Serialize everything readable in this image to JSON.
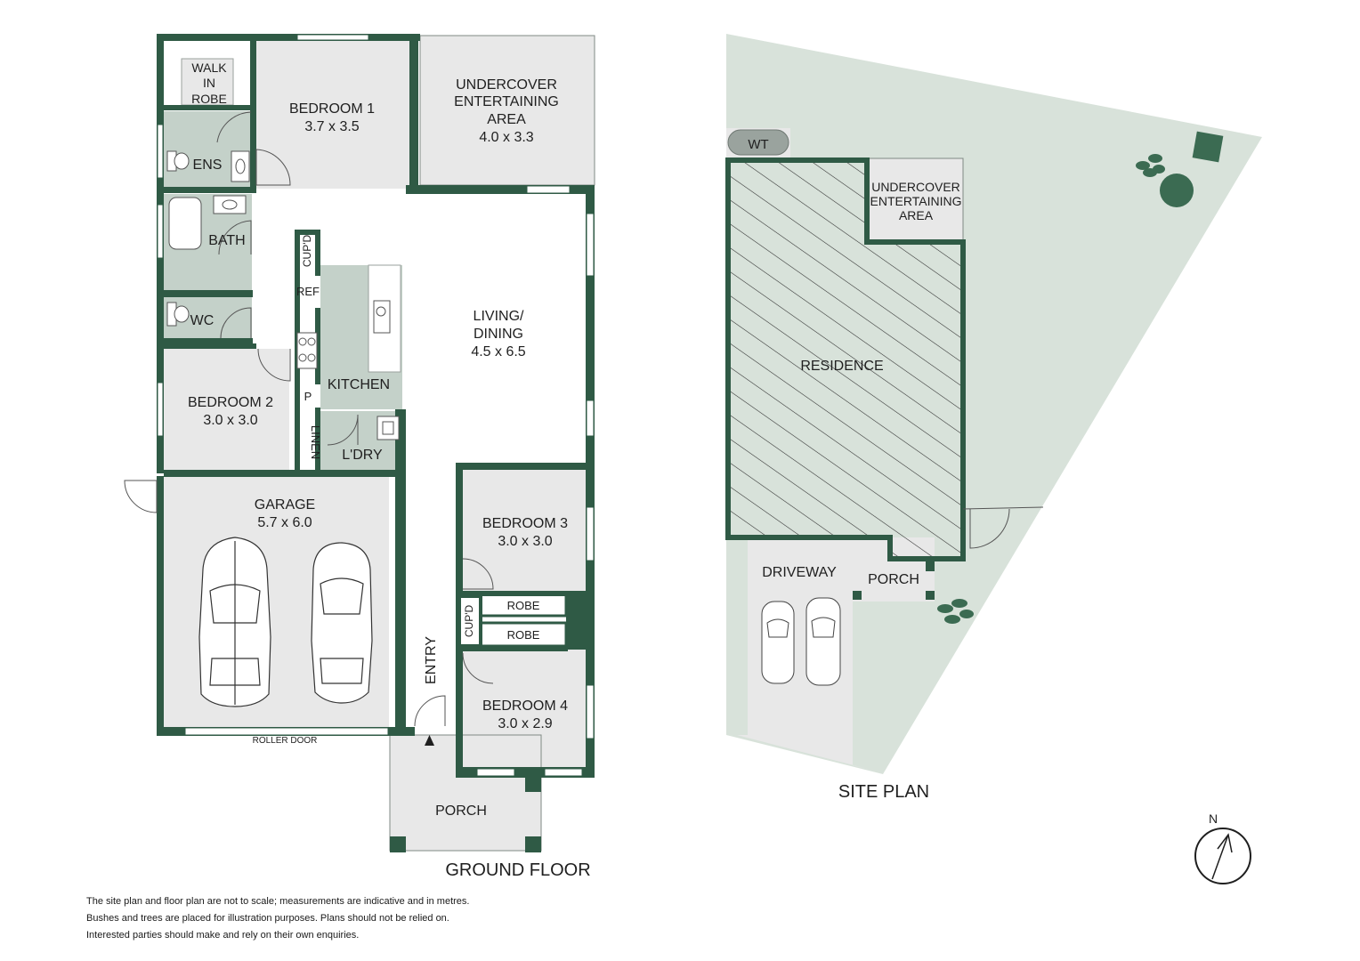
{
  "colors": {
    "wall": "#2f5a45",
    "room_fill": "#e8e8e8",
    "green_fill": "#c4d1c9",
    "site_fill": "#d8e2da",
    "window": "#ffffff"
  },
  "ground_floor": {
    "title": "GROUND FLOOR",
    "rooms": {
      "walk_in_robe": [
        "WALK",
        "IN",
        "ROBE"
      ],
      "bedroom1": {
        "name": "BEDROOM 1",
        "dims": "3.7 x 3.5"
      },
      "undercover": {
        "name": [
          "UNDERCOVER",
          "ENTERTAINING",
          "AREA"
        ],
        "dims": "4.0 x 3.3"
      },
      "ens": "ENS",
      "bath": "BATH",
      "wc": "WC",
      "cupd_top": "CUP'D",
      "ref": "REF",
      "p": "P",
      "kitchen": "KITCHEN",
      "linen": "LINEN",
      "ldry": "L'DRY",
      "living": {
        "name": [
          "LIVING/",
          "DINING"
        ],
        "dims": "4.5 x 6.5"
      },
      "bedroom2": {
        "name": "BEDROOM 2",
        "dims": "3.0 x 3.0"
      },
      "garage": {
        "name": "GARAGE",
        "dims": "5.7 x 6.0"
      },
      "bedroom3": {
        "name": "BEDROOM 3",
        "dims": "3.0 x 3.0"
      },
      "robe_a": "ROBE",
      "robe_b": "ROBE",
      "cupd_bottom": "CUP'D",
      "entry": "ENTRY",
      "bedroom4": {
        "name": "BEDROOM 4",
        "dims": "3.0 x 2.9"
      },
      "porch": "PORCH",
      "roller_door": "ROLLER DOOR"
    }
  },
  "site_plan": {
    "title": "SITE PLAN",
    "wt": "WT",
    "undercover": [
      "UNDERCOVER",
      "ENTERTAINING",
      "AREA"
    ],
    "residence": "RESIDENCE",
    "driveway": "DRIVEWAY",
    "porch": "PORCH",
    "north": "N"
  },
  "disclaimer": [
    "The site plan and floor plan are not to scale; measurements are indicative and in metres.",
    "Bushes and trees are placed for illustration purposes. Plans should not be relied on.",
    "Interested parties should make and rely on their own enquiries."
  ]
}
